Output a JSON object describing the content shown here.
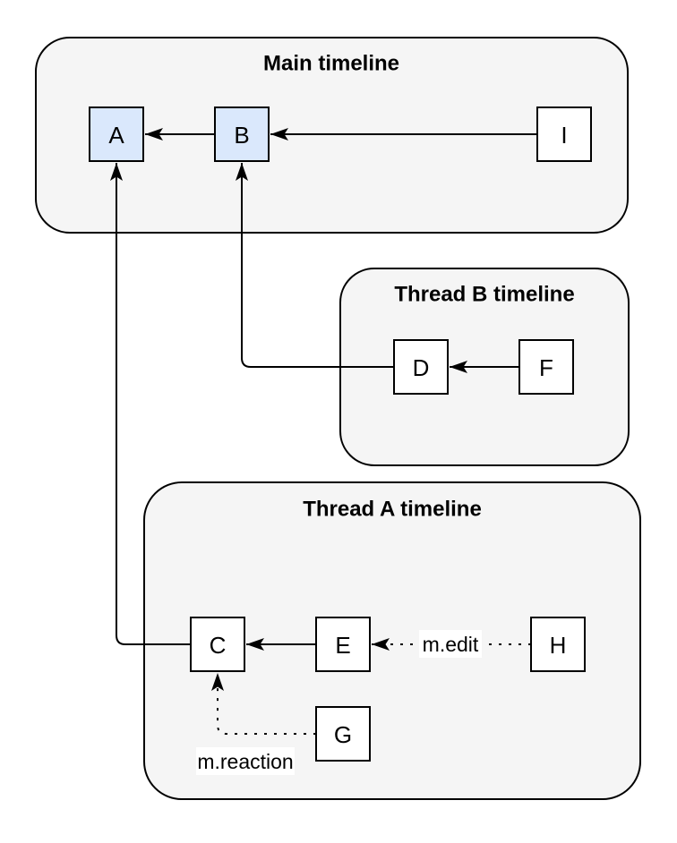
{
  "diagram": {
    "containers": [
      {
        "id": "main-timeline",
        "title": "Main timeline"
      },
      {
        "id": "thread-b-timeline",
        "title": "Thread B timeline"
      },
      {
        "id": "thread-a-timeline",
        "title": "Thread A timeline"
      }
    ],
    "nodes": [
      {
        "id": "A",
        "label": "A",
        "container": "main-timeline",
        "highlighted": true
      },
      {
        "id": "B",
        "label": "B",
        "container": "main-timeline",
        "highlighted": true
      },
      {
        "id": "I",
        "label": "I",
        "container": "main-timeline",
        "highlighted": false
      },
      {
        "id": "D",
        "label": "D",
        "container": "thread-b-timeline",
        "highlighted": false
      },
      {
        "id": "F",
        "label": "F",
        "container": "thread-b-timeline",
        "highlighted": false
      },
      {
        "id": "C",
        "label": "C",
        "container": "thread-a-timeline",
        "highlighted": false
      },
      {
        "id": "E",
        "label": "E",
        "container": "thread-a-timeline",
        "highlighted": false
      },
      {
        "id": "H",
        "label": "H",
        "container": "thread-a-timeline",
        "highlighted": false
      },
      {
        "id": "G",
        "label": "G",
        "container": "thread-a-timeline",
        "highlighted": false
      }
    ],
    "edges": [
      {
        "from": "B",
        "to": "A",
        "style": "solid",
        "label": ""
      },
      {
        "from": "I",
        "to": "B",
        "style": "solid",
        "label": ""
      },
      {
        "from": "D",
        "to": "B",
        "style": "solid",
        "label": ""
      },
      {
        "from": "F",
        "to": "D",
        "style": "solid",
        "label": ""
      },
      {
        "from": "E",
        "to": "C",
        "style": "solid",
        "label": ""
      },
      {
        "from": "C",
        "to": "A",
        "style": "solid",
        "label": ""
      },
      {
        "from": "H",
        "to": "E",
        "style": "dotted",
        "label": "m.edit"
      },
      {
        "from": "G",
        "to": "C",
        "style": "dotted",
        "label": "m.reaction"
      }
    ],
    "colors": {
      "container_fill": "#f5f5f5",
      "container_stroke": "#000000",
      "node_fill_highlight": "#dae8fc",
      "node_fill": "#ffffff",
      "node_stroke": "#000000",
      "edge_color": "#000000",
      "label_bg": "#ffffff"
    }
  }
}
